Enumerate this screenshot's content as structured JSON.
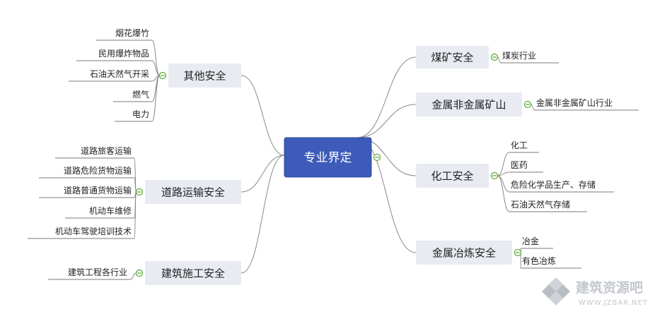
{
  "root": {
    "label": "专业界定"
  },
  "right_branches": [
    {
      "label": "煤矿安全",
      "children": [
        "煤炭行业"
      ]
    },
    {
      "label": "金属非金属矿山",
      "children": [
        "金属非金属矿山行业"
      ]
    },
    {
      "label": "化工安全",
      "children": [
        "化工",
        "医药",
        "危险化学品生产、存储",
        "石油天然气存储"
      ]
    },
    {
      "label": "金属冶炼安全",
      "children": [
        "冶金",
        "有色冶炼"
      ]
    }
  ],
  "left_branches": [
    {
      "label": "其他安全",
      "children": [
        "烟花爆竹",
        "民用爆炸物品",
        "石油天然气开采",
        "燃气",
        "电力"
      ]
    },
    {
      "label": "道路运输安全",
      "children": [
        "道路旅客运输",
        "道路危险货物运输",
        "道路普通货物运输",
        "机动车维修",
        "机动车驾驶培训技术"
      ]
    },
    {
      "label": "建筑施工安全",
      "children": [
        "建筑工程各行业"
      ]
    }
  ],
  "watermark": {
    "name": "建筑资源吧",
    "url": "WWW.JZBAR.NET"
  }
}
